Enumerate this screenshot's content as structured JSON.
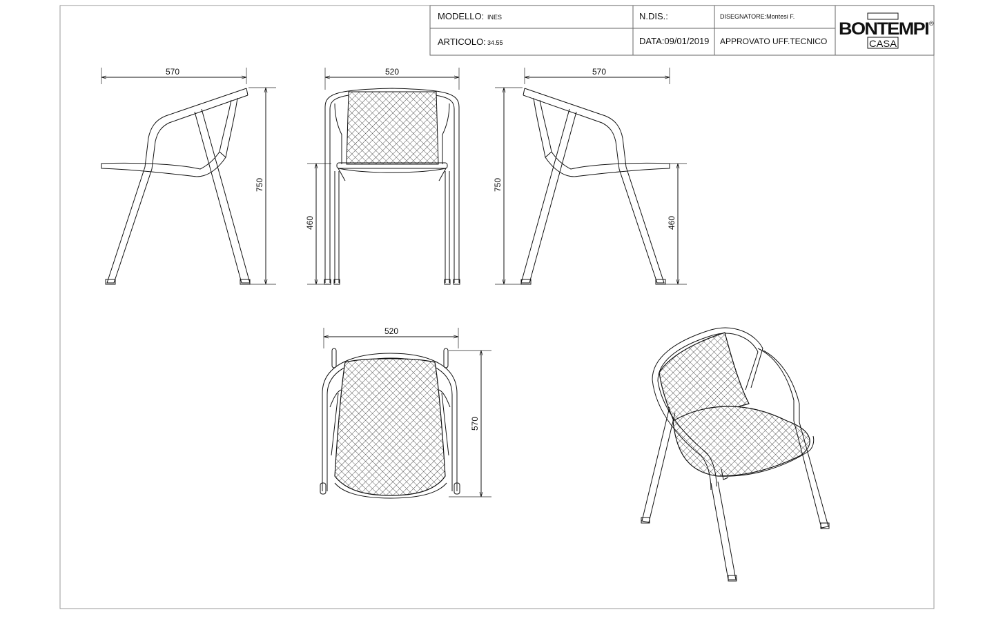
{
  "title_block": {
    "modello_label": "MODELLO:",
    "modello_value": "INES",
    "articolo_label": "ARTICOLO:",
    "articolo_value": "34.55",
    "ndis_label": "N.DIS.:",
    "data_label": "DATA:09/01/2019",
    "disegnatore": "DISEGNATORE:Montesi F.",
    "approvato": "APPROVATO UFF.TECNICO",
    "logo_main": "BONTEMPI",
    "logo_sub": "CASA",
    "logo_mark": "®"
  },
  "dimensions": {
    "side_left_depth": "570",
    "side_left_height": "750",
    "front_width": "520",
    "front_seat_height": "460",
    "side_right_depth": "570",
    "side_right_height": "750",
    "side_right_seat_height": "460",
    "top_width": "520",
    "top_depth": "570"
  },
  "colors": {
    "line": "#111111",
    "background": "#ffffff"
  }
}
